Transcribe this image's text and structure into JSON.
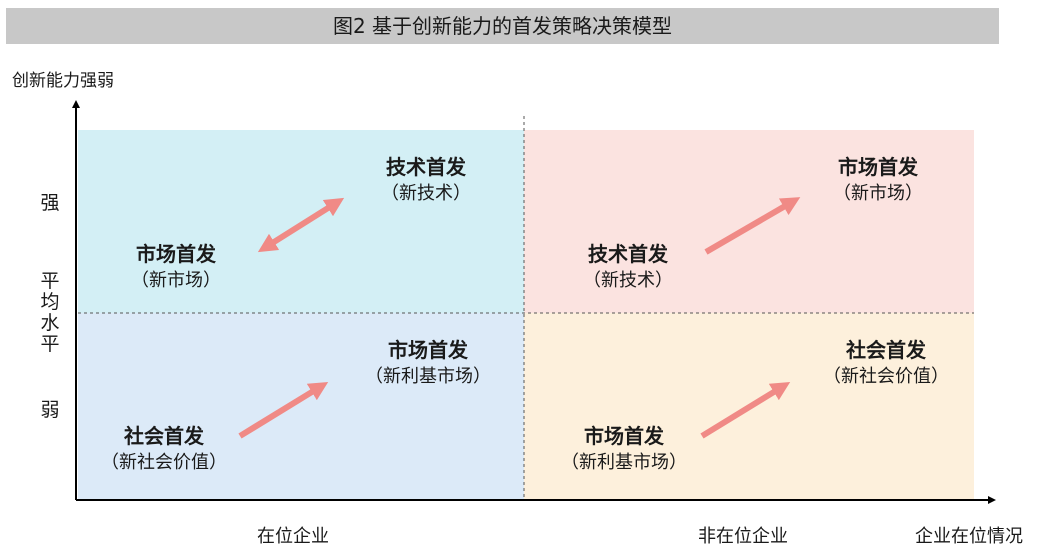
{
  "title": "图2 基于创新能力的首发策略决策模型",
  "y_axis": {
    "title": "创新能力强弱",
    "ticks": [
      "强",
      "平均水平",
      "弱"
    ]
  },
  "x_axis": {
    "title": "企业在位情况",
    "ticks": [
      "在位企业",
      "非在位企业"
    ]
  },
  "quadrants": {
    "top_left": {
      "color": "#d3eff5",
      "from": {
        "main": "市场首发",
        "sub": "（新市场）"
      },
      "to": {
        "main": "技术首发",
        "sub": "（新技术）"
      },
      "arrow": "double-headed"
    },
    "top_right": {
      "color": "#fbe3e0",
      "from": {
        "main": "技术首发",
        "sub": "（新技术）"
      },
      "to": {
        "main": "市场首发",
        "sub": "（新市场）"
      },
      "arrow": "single-headed"
    },
    "bottom_left": {
      "color": "#dceaf8",
      "from": {
        "main": "社会首发",
        "sub": "（新社会价值）"
      },
      "to": {
        "main": "市场首发",
        "sub": "（新利基市场）"
      },
      "arrow": "single-headed"
    },
    "bottom_right": {
      "color": "#fdf0dc",
      "from": {
        "main": "市场首发",
        "sub": "（新利基市场）"
      },
      "to": {
        "main": "社会首发",
        "sub": "（新社会价值）"
      },
      "arrow": "single-headed"
    }
  },
  "arrow_color": "#f08a86"
}
